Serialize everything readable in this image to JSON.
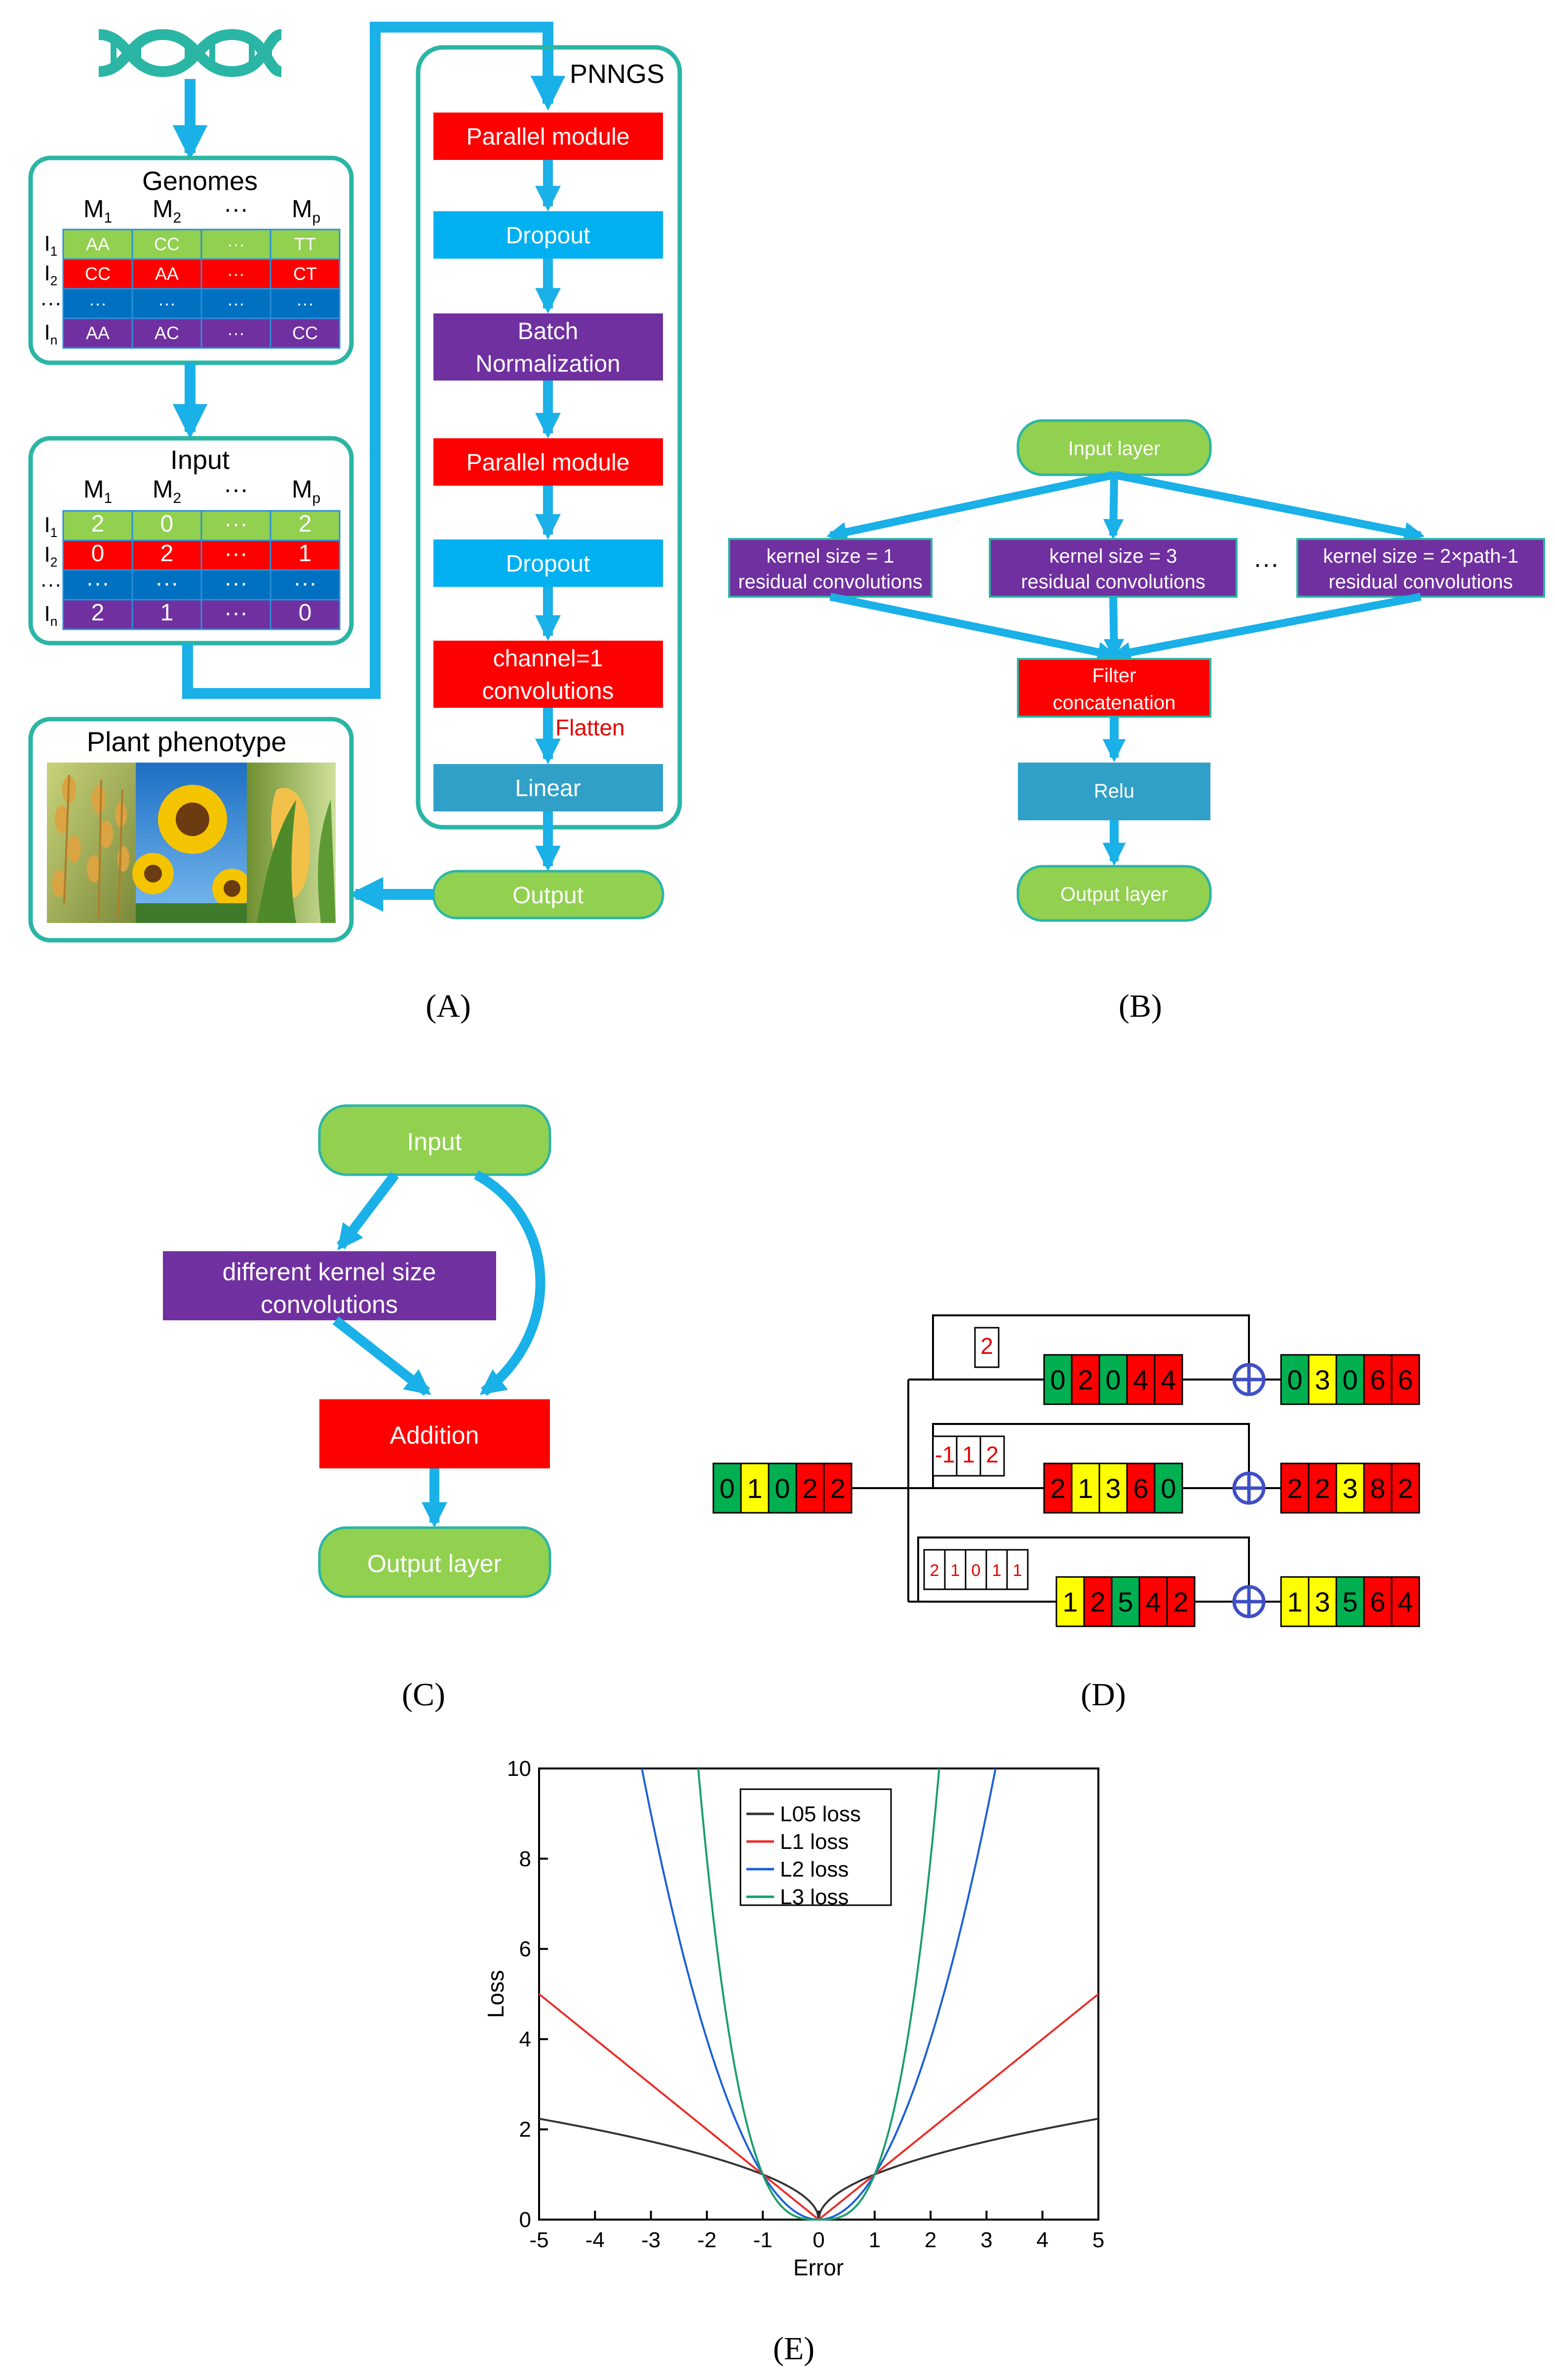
{
  "panel_labels": [
    "(A)",
    "(B)",
    "(C)",
    "(D)",
    "(E)"
  ],
  "panelA": {
    "genomes_title": "Genomes",
    "input_title": "Input",
    "phenotype_title": "Plant phenotype",
    "markers": [
      {
        "base": "M",
        "sub": "1"
      },
      {
        "base": "M",
        "sub": "2"
      },
      {
        "base": "···",
        "sub": ""
      },
      {
        "base": "M",
        "sub": "p"
      }
    ],
    "individuals": [
      {
        "base": "I",
        "sub": "1"
      },
      {
        "base": "I",
        "sub": "2"
      },
      {
        "base": "···",
        "sub": ""
      },
      {
        "base": "I",
        "sub": "n"
      }
    ],
    "genome_rows": [
      {
        "cells": [
          "AA",
          "CC",
          "···",
          "TT"
        ],
        "color": "#92d050"
      },
      {
        "cells": [
          "CC",
          "AA",
          "···",
          "CT"
        ],
        "color": "#ff0000"
      },
      {
        "cells": [
          "···",
          "···",
          "···",
          "···"
        ],
        "color": "#0070c0"
      },
      {
        "cells": [
          "AA",
          "AC",
          "···",
          "CC"
        ],
        "color": "#7030a0"
      }
    ],
    "input_rows": [
      {
        "cells": [
          "2",
          "0",
          "···",
          "2"
        ],
        "color": "#92d050"
      },
      {
        "cells": [
          "0",
          "2",
          "···",
          "1"
        ],
        "color": "#ff0000"
      },
      {
        "cells": [
          "···",
          "···",
          "···",
          "···"
        ],
        "color": "#0070c0"
      },
      {
        "cells": [
          "2",
          "1",
          "···",
          "0"
        ],
        "color": "#7030a0"
      }
    ],
    "pnngs_title": "PNNGS",
    "pnngs_blocks": [
      {
        "lines": [
          "Parallel module"
        ],
        "color": "#ff0000"
      },
      {
        "lines": [
          "Dropout"
        ],
        "color": "#00b0f0"
      },
      {
        "lines": [
          "Batch",
          "Normalization"
        ],
        "color": "#7030a0"
      },
      {
        "lines": [
          "Parallel module"
        ],
        "color": "#ff0000"
      },
      {
        "lines": [
          "Dropout"
        ],
        "color": "#00b0f0"
      },
      {
        "lines": [
          "channel=1",
          "convolutions"
        ],
        "color": "#ff0000"
      },
      {
        "lines": [
          "Linear"
        ],
        "color": "#31a0c8"
      }
    ],
    "flatten_label": "Flatten",
    "output_label": "Output",
    "icons": [
      "dna-icon",
      "rice-photo",
      "sunflower-photo",
      "corn-photo"
    ]
  },
  "panelB": {
    "input_label": "Input layer",
    "conv_blocks": [
      {
        "lines": [
          "kernel size = 1",
          "residual convolutions"
        ]
      },
      {
        "lines": [
          "kernel size = 3",
          "residual convolutions"
        ]
      },
      {
        "lines": [
          "kernel size = 2×path-1",
          "residual convolutions"
        ]
      }
    ],
    "ellipsis": "···",
    "concat_lines": [
      "Filter",
      "concatenation"
    ],
    "relu_label": "Relu",
    "output_label": "Output layer"
  },
  "panelC": {
    "input_label": "Input",
    "conv_lines": [
      "different kernel size",
      "convolutions"
    ],
    "addition_label": "Addition",
    "output_label": "Output layer"
  },
  "panelD": {
    "input_seq": [
      "0",
      "1",
      "0",
      "2",
      "2"
    ],
    "rows": [
      {
        "kernel": [
          "2"
        ],
        "conv": [
          "0",
          "2",
          "0",
          "4",
          "4"
        ],
        "out": [
          "0",
          "3",
          "0",
          "6",
          "6"
        ]
      },
      {
        "kernel": [
          "-1",
          "1",
          "2"
        ],
        "conv": [
          "2",
          "1",
          "3",
          "6",
          "0"
        ],
        "out": [
          "2",
          "2",
          "3",
          "8",
          "2"
        ]
      },
      {
        "kernel": [
          "2",
          "1",
          "0",
          "1",
          "1"
        ],
        "conv": [
          "1",
          "2",
          "5",
          "4",
          "2"
        ],
        "out": [
          "1",
          "3",
          "5",
          "6",
          "4"
        ]
      }
    ],
    "value_colors": {
      "0": "#00b050",
      "1": "#ffff00",
      "2": "#ff0000",
      "3": "#ffff00",
      "4": "#ff0000",
      "5": "#00b050",
      "6": "#ff0000",
      "8": "#ff0000"
    },
    "plus_icon": "circled-plus-icon"
  },
  "chart_data": {
    "type": "line",
    "title": "",
    "xlabel": "Error",
    "ylabel": "Loss",
    "xlim": [
      -5,
      5
    ],
    "ylim": [
      0,
      10
    ],
    "xticks": [
      "-5",
      "-4",
      "-3",
      "-2",
      "-1",
      "0",
      "1",
      "2",
      "3",
      "4",
      "5"
    ],
    "yticks": [
      "0",
      "2",
      "4",
      "6",
      "8",
      "10"
    ],
    "legend_position": "top-left",
    "series": [
      {
        "name": "L05 loss",
        "color": "#333333",
        "exponent": 0.5,
        "x": [
          -5,
          -4,
          -3,
          -2,
          -1,
          -0.5,
          0,
          0.5,
          1,
          2,
          3,
          4,
          5
        ],
        "y": [
          2.24,
          2.0,
          1.73,
          1.41,
          1.0,
          0.71,
          0,
          0.71,
          1.0,
          1.41,
          1.73,
          2.0,
          2.24
        ]
      },
      {
        "name": "L1 loss",
        "color": "#e8302a",
        "exponent": 1,
        "x": [
          -5,
          -4,
          -3,
          -2,
          -1,
          0,
          1,
          2,
          3,
          4,
          5
        ],
        "y": [
          5,
          4,
          3,
          2,
          1,
          0,
          1,
          2,
          3,
          4,
          5
        ]
      },
      {
        "name": "L2 loss",
        "color": "#1c5fd6",
        "exponent": 2,
        "x": [
          -3.16,
          -3,
          -2,
          -1,
          0,
          1,
          2,
          3,
          3.16
        ],
        "y": [
          10,
          9,
          4,
          1,
          0,
          1,
          4,
          9,
          10
        ]
      },
      {
        "name": "L3 loss",
        "color": "#1a9e6a",
        "exponent": 3,
        "x": [
          -2.15,
          -2,
          -1,
          0,
          1,
          2,
          2.15
        ],
        "y": [
          10,
          8,
          1,
          0,
          1,
          8,
          10
        ]
      }
    ]
  }
}
